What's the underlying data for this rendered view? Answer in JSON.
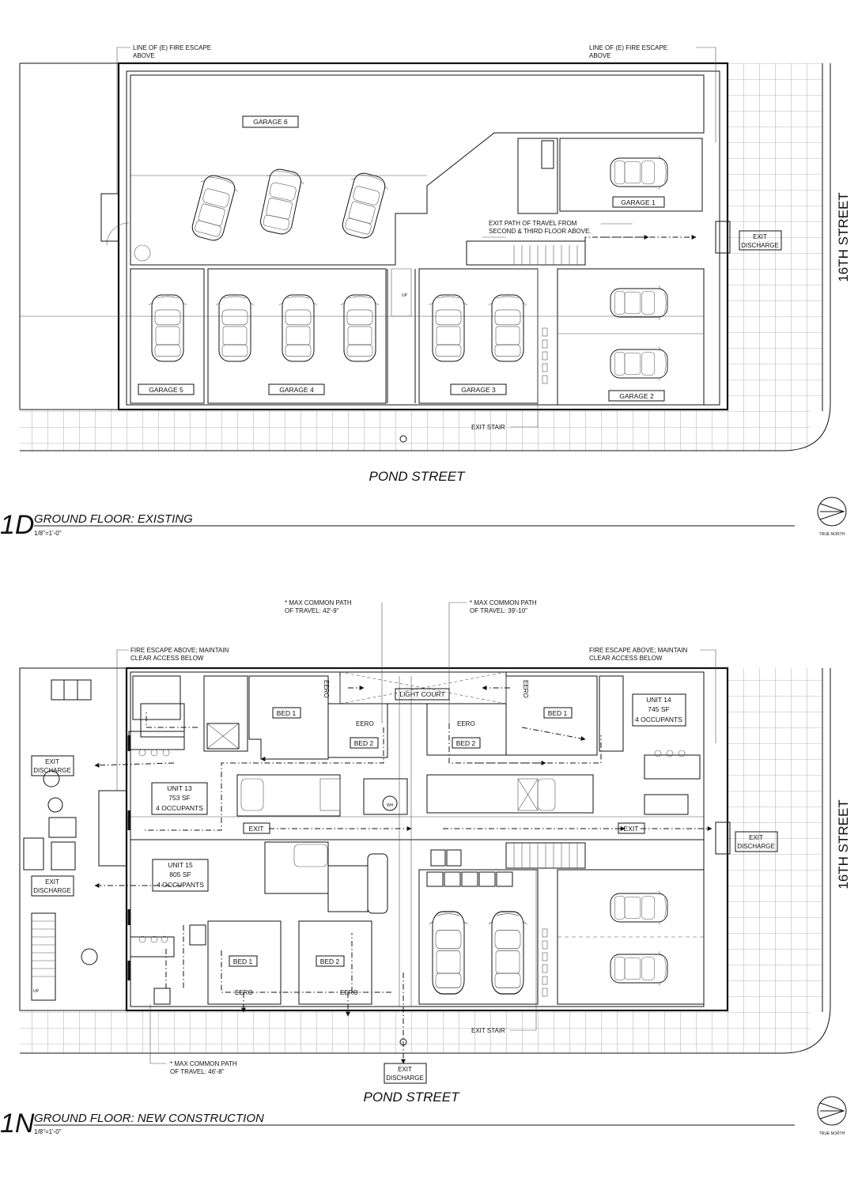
{
  "drawing_top": {
    "id": "1D",
    "title": "GROUND FLOOR: EXISTING",
    "scale": "1/8\"=1'-0\"",
    "north_label": "TRUE NORTH",
    "street_bottom": "POND STREET",
    "street_right": "16TH STREET",
    "note_left_1": "LINE OF (E) FIRE ESCAPE",
    "note_left_2": "ABOVE",
    "note_right_1": "LINE OF (E) FIRE ESCAPE",
    "note_right_2": "ABOVE",
    "exit_path_1": "EXIT PATH OF TRAVEL FROM",
    "exit_path_2": "SECOND & THIRD FLOOR ABOVE.",
    "exit_discharge_1": "EXIT",
    "exit_discharge_2": "DISCHARGE",
    "exit_stair": "EXIT STAIR",
    "up": "UP",
    "garages": [
      "GARAGE 6",
      "GARAGE 1",
      "GARAGE 5",
      "GARAGE 4",
      "GARAGE 3",
      "GARAGE 2"
    ]
  },
  "drawing_bottom": {
    "id": "1N",
    "title": "GROUND FLOOR: NEW CONSTRUCTION",
    "scale": "1/8\"=1'-0\"",
    "north_label": "TRUE NORTH",
    "street_bottom": "POND STREET",
    "street_right": "16TH STREET",
    "max_path_a_1": "MAX COMMON PATH",
    "max_path_a_2": "OF TRAVEL: 42'-9\"",
    "max_path_b_1": "MAX COMMON PATH",
    "max_path_b_2": "OF TRAVEL: 39'-10\"",
    "max_path_c_1": "MAX COMMON PATH",
    "max_path_c_2": "OF TRAVEL: 46'-8\"",
    "fire_escape_left_1": "FIRE ESCAPE ABOVE; MAINTAIN",
    "fire_escape_left_2": "CLEAR ACCESS BELOW",
    "fire_escape_right_1": "FIRE ESCAPE ABOVE; MAINTAIN",
    "fire_escape_right_2": "CLEAR ACCESS BELOW",
    "light_court": "LIGHT COURT",
    "eero": "EERO",
    "bed_1": "BED 1",
    "bed_2": "BED 2",
    "exit": "EXIT",
    "exit_discharge_1": "EXIT",
    "exit_discharge_2": "DISCHARGE",
    "exit_stair": "EXIT STAIR",
    "wh": "WH",
    "up": "UP",
    "unit_13": [
      "UNIT 13",
      "753 SF",
      "4 OCCUPANTS"
    ],
    "unit_14": [
      "UNIT 14",
      "745 SF",
      "4 OCCUPANTS"
    ],
    "unit_15": [
      "UNIT 15",
      "805 SF",
      "4 OCCUPANTS"
    ]
  }
}
